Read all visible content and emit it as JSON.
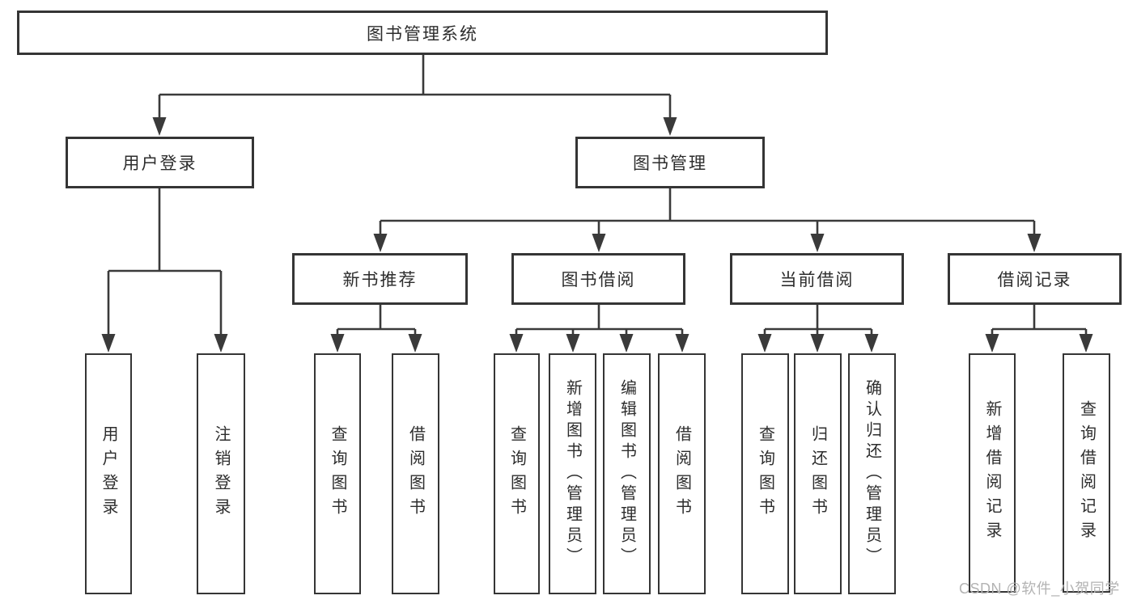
{
  "diagram": {
    "title_note": "functional structure chart",
    "colors": {
      "line": "#3a3a3a",
      "box_border": "#353535",
      "text": "#2d2d2d",
      "watermark": "#b3b3b3",
      "background": "#ffffff"
    },
    "tree": {
      "root": {
        "label": "图书管理系统"
      },
      "branches": [
        {
          "label": "用户登录",
          "children": [
            {
              "label": "用户登录"
            },
            {
              "label": "注销登录"
            }
          ]
        },
        {
          "label": "图书管理",
          "children": [
            {
              "label": "新书推荐",
              "children": [
                {
                  "label": "查询图书"
                },
                {
                  "label": "借阅图书"
                }
              ]
            },
            {
              "label": "图书借阅",
              "children": [
                {
                  "label": "查询图书"
                },
                {
                  "label": "新增图书（管理员）"
                },
                {
                  "label": "编辑图书（管理员）"
                },
                {
                  "label": "借阅图书"
                }
              ]
            },
            {
              "label": "当前借阅",
              "children": [
                {
                  "label": "查询图书"
                },
                {
                  "label": "归还图书"
                },
                {
                  "label": "确认归还（管理员）"
                }
              ]
            },
            {
              "label": "借阅记录",
              "children": [
                {
                  "label": "新增借阅记录"
                },
                {
                  "label": "查询借阅记录"
                }
              ]
            }
          ]
        }
      ]
    },
    "watermark": {
      "text": "CSDN @软件_小贺同学"
    }
  }
}
